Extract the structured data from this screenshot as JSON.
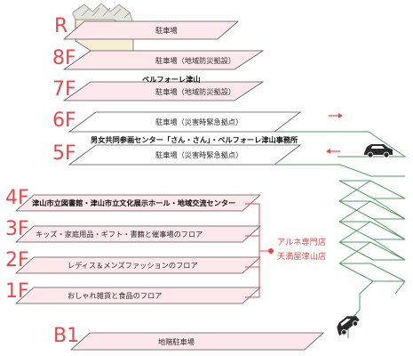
{
  "floors": {
    "r": {
      "code": "R",
      "label": "駐車場"
    },
    "f8": {
      "code": "8F",
      "label": "駐車場（地域防災拠設）"
    },
    "f7": {
      "code": "7F",
      "label": "駐車場（地域防災拠設）",
      "note": "ベルフォーレ津山"
    },
    "f6": {
      "code": "6F",
      "label": "駐車場（災害時緊急拠点）"
    },
    "f5": {
      "code": "5F",
      "label": "駐車場（災害時緊急拠点）",
      "note": "男女共同参画センター「さん・さん」・ベルフォーレ津山事務所"
    },
    "f4": {
      "code": "4F",
      "label": "津山市立図書館・津山市立文化展示ホール・地域交流センター"
    },
    "f3": {
      "code": "3F",
      "label": "キッズ・家庭用品・ギフト・書籍と催事場のフロア"
    },
    "f2": {
      "code": "2F",
      "label": "レディス＆メンズファッションのフロア"
    },
    "f1": {
      "code": "1F",
      "label": "おしゃれ雑貨と食品のフロア"
    },
    "b1": {
      "code": "B1",
      "label": "地階駐車場"
    }
  },
  "store_group": {
    "line1": "アルネ専門店",
    "line2": "天満屋津山店"
  },
  "colors": {
    "accent": "#e9484a",
    "slab_fill": "#fde8ec",
    "parking_fill": "#ffffff",
    "outline": "#555555",
    "ramp": "#4f9a5e",
    "car": "#2b2b2b"
  }
}
